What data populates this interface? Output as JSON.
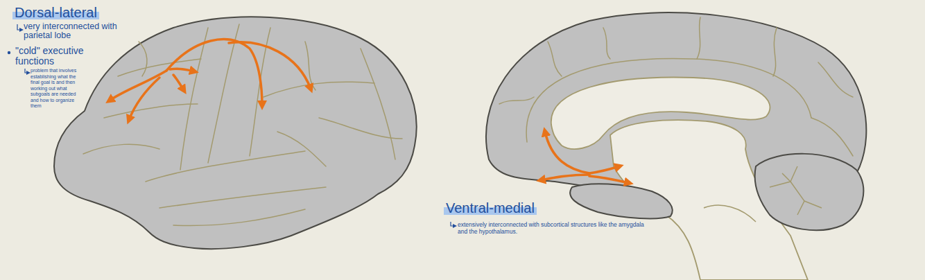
{
  "diagram": {
    "labels": [
      "Dorsal-lateral",
      "very interconnected with parietal lobe",
      "\"cold\" executive functions",
      "problem that involves establishing what the final goal is and then working out what subgoals are needed and how to organize them",
      "Ventral-medial",
      "extensively interconnected with subcortical structures like the amygdala and the hypothalamus."
    ]
  }
}
